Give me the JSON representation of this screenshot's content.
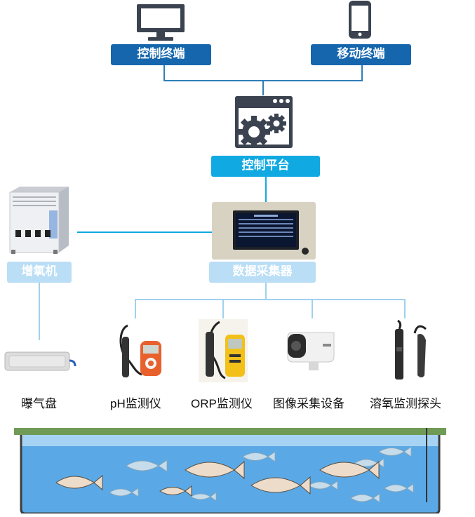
{
  "top": {
    "control_terminal": "控制终端",
    "mobile_terminal": "移动终端",
    "control_platform": "控制平台"
  },
  "middle": {
    "aerator": "增氧机",
    "data_collector": "数据采集器"
  },
  "devices": [
    {
      "label": "曝气盘",
      "icon": "aeration-disc-icon"
    },
    {
      "label": "pH监测仪",
      "icon": "ph-meter-icon"
    },
    {
      "label": "ORP监测仪",
      "icon": "orp-meter-icon"
    },
    {
      "label": "图像采集设备",
      "icon": "camera-icon"
    },
    {
      "label": "溶氧监测探头",
      "icon": "do-probe-icon"
    }
  ],
  "colors": {
    "dark_blue": "#1566ad",
    "light_blue": "#11a9e2",
    "pale_blue": "#b9def6",
    "water": "#5aa9e6"
  }
}
